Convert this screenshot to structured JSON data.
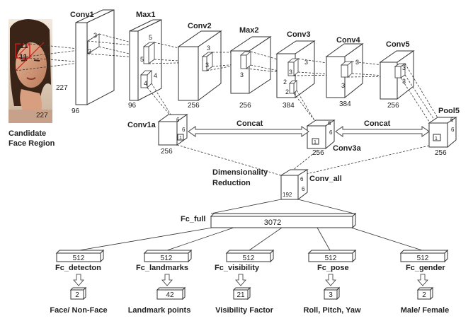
{
  "input": {
    "caption_line1": "Candidate",
    "caption_line2": "Face Region",
    "kernel_w": "11",
    "kernel_h": "11",
    "width": "227",
    "height": "227"
  },
  "layers": {
    "conv1": {
      "name": "Conv1",
      "kernel_a": "3",
      "kernel_b": "3",
      "depth": "96"
    },
    "max1": {
      "name": "Max1",
      "kernel_a": "5",
      "kernel_b": "5",
      "kernel_c": "4",
      "kernel_d": "4",
      "depth": "96"
    },
    "conv2": {
      "name": "Conv2",
      "kernel_a": "3",
      "kernel_b": "3",
      "depth": "256"
    },
    "max2": {
      "name": "Max2",
      "kernel_a": "3",
      "depth": "256"
    },
    "conv3": {
      "name": "Conv3",
      "kernel_a": "3",
      "kernel_b": "3",
      "kernel_c": "2",
      "kernel_d": "2",
      "depth": "384"
    },
    "conv4": {
      "name": "Conv4",
      "kernel_a": "3",
      "kernel_b": "3",
      "depth": "384"
    },
    "conv5": {
      "name": "Conv5",
      "kernel_a": "3",
      "kernel_b": "3",
      "depth": "256"
    },
    "pool5": {
      "name": "Pool5",
      "h": "6",
      "w": "6",
      "inner": "1",
      "depth": "256"
    },
    "conv1a": {
      "name": "Conv1a",
      "h": "6",
      "w": "6",
      "inner": "1",
      "depth": "256"
    },
    "conv3a": {
      "name": "Conv3a",
      "h": "6",
      "w": "6",
      "inner": "1",
      "depth": "256"
    },
    "conv_all": {
      "name": "Conv_all",
      "h": "6",
      "w": "6",
      "depth": "192"
    }
  },
  "concat_left": "Concat",
  "concat_right": "Concat",
  "dim_reduction_line1": "Dimensionality",
  "dim_reduction_line2": "Reduction",
  "fc_full": {
    "name": "Fc_full",
    "size": "3072"
  },
  "heads": [
    {
      "size": "512",
      "name": "Fc_detecton",
      "out": "2",
      "label": "Face/ Non-Face"
    },
    {
      "size": "512",
      "name": "Fc_landmarks",
      "out": "42",
      "label": "Landmark points"
    },
    {
      "size": "512",
      "name": "Fc_visibility",
      "out": "21",
      "label": "Visibility Factor"
    },
    {
      "size": "512",
      "name": "Fc_pose",
      "out": "3",
      "label": "Roll, Pitch, Yaw"
    },
    {
      "size": "512",
      "name": "Fc_gender",
      "out": "2",
      "label": "Male/ Female"
    }
  ]
}
